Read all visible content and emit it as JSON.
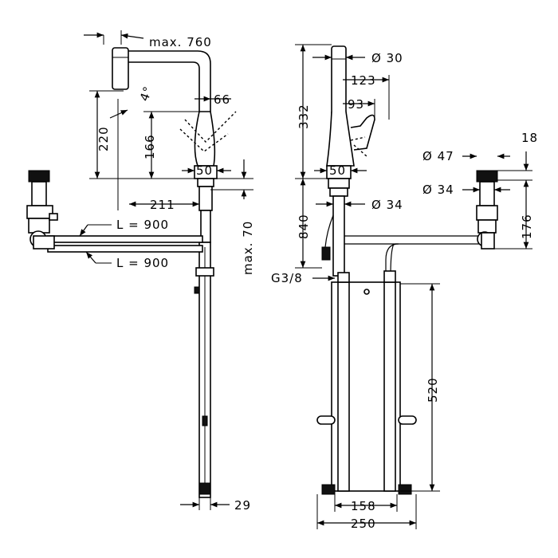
{
  "dimensions": {
    "max_reach": "max. 760",
    "angle": "4°",
    "height_220": "220",
    "height_166": "166",
    "spout_66": "66",
    "base_50_left": "50",
    "reach_211": "211",
    "max_70": "max. 70",
    "hose_l900_upper": "L = 900",
    "hose_l900_lower": "L = 900",
    "bottom_29": "29",
    "height_332": "332",
    "diam_30": "Ø 30",
    "dim_123": "123",
    "dim_93": "93",
    "base_50_right": "50",
    "diam_34_center": "Ø 34",
    "height_840": "840",
    "thread_g38": "G3/8",
    "height_520": "520",
    "width_158": "158",
    "width_250": "250",
    "diam_47": "Ø 47",
    "dim_18": "18",
    "diam_34_right": "Ø 34",
    "height_176": "176"
  }
}
